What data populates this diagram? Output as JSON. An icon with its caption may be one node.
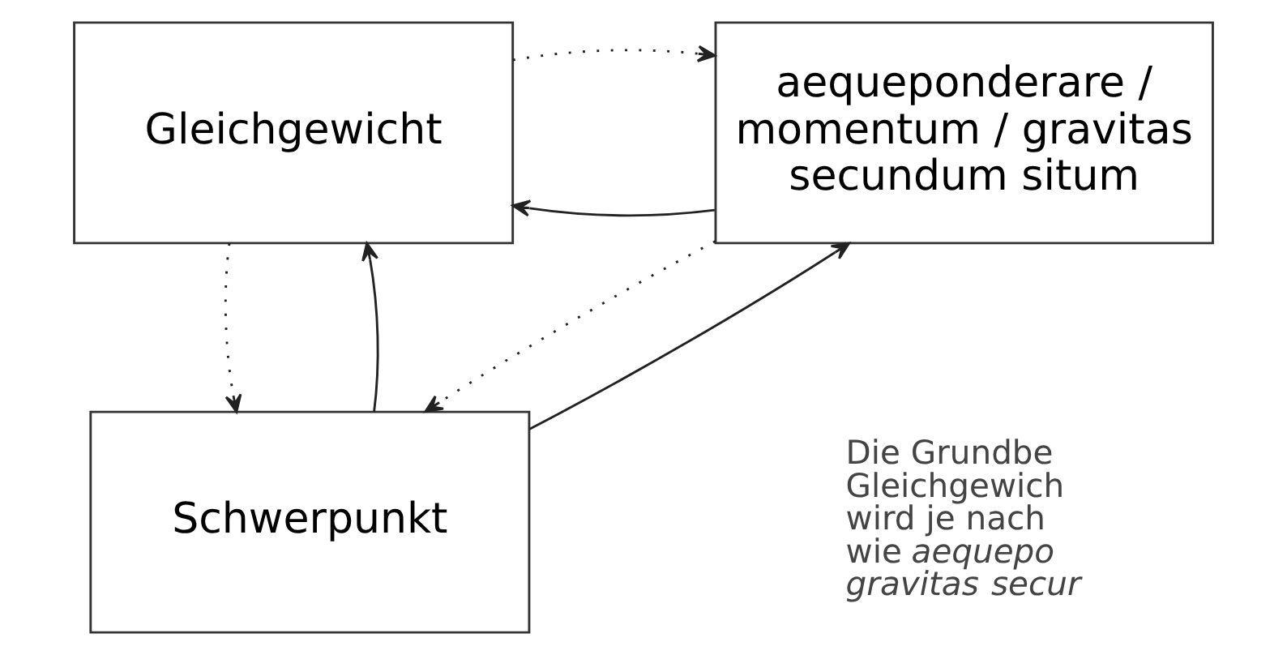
{
  "diagram": {
    "nodes": [
      {
        "text": [
          "Gleichgewicht"
        ]
      },
      {
        "text": [
          "aequeponderare / momentum / gravitas secundum situm"
        ]
      },
      {
        "text": [
          "Schwerpunkt"
        ]
      }
    ],
    "edges": [
      {
        "from": 1,
        "to": 0,
        "arrow": "to"
      },
      {
        "from": 0,
        "to": 1,
        "arrow": "to",
        "style": "dashed"
      },
      {
        "from": 0,
        "to": 2,
        "arrow": "to",
        "style": "dashed"
      },
      {
        "from": 2,
        "to": 0,
        "arrow": "to"
      },
      {
        "from": 2,
        "to": 1,
        "arrow": "to"
      },
      {
        "from": 1,
        "to": 2,
        "arrow": "to",
        "style": "dashed"
      }
    ],
    "labels": [
      "Die Grundbe Gleichgewich wird je nach wie *aequepo gravitas secur*"
    ]
  }
}
